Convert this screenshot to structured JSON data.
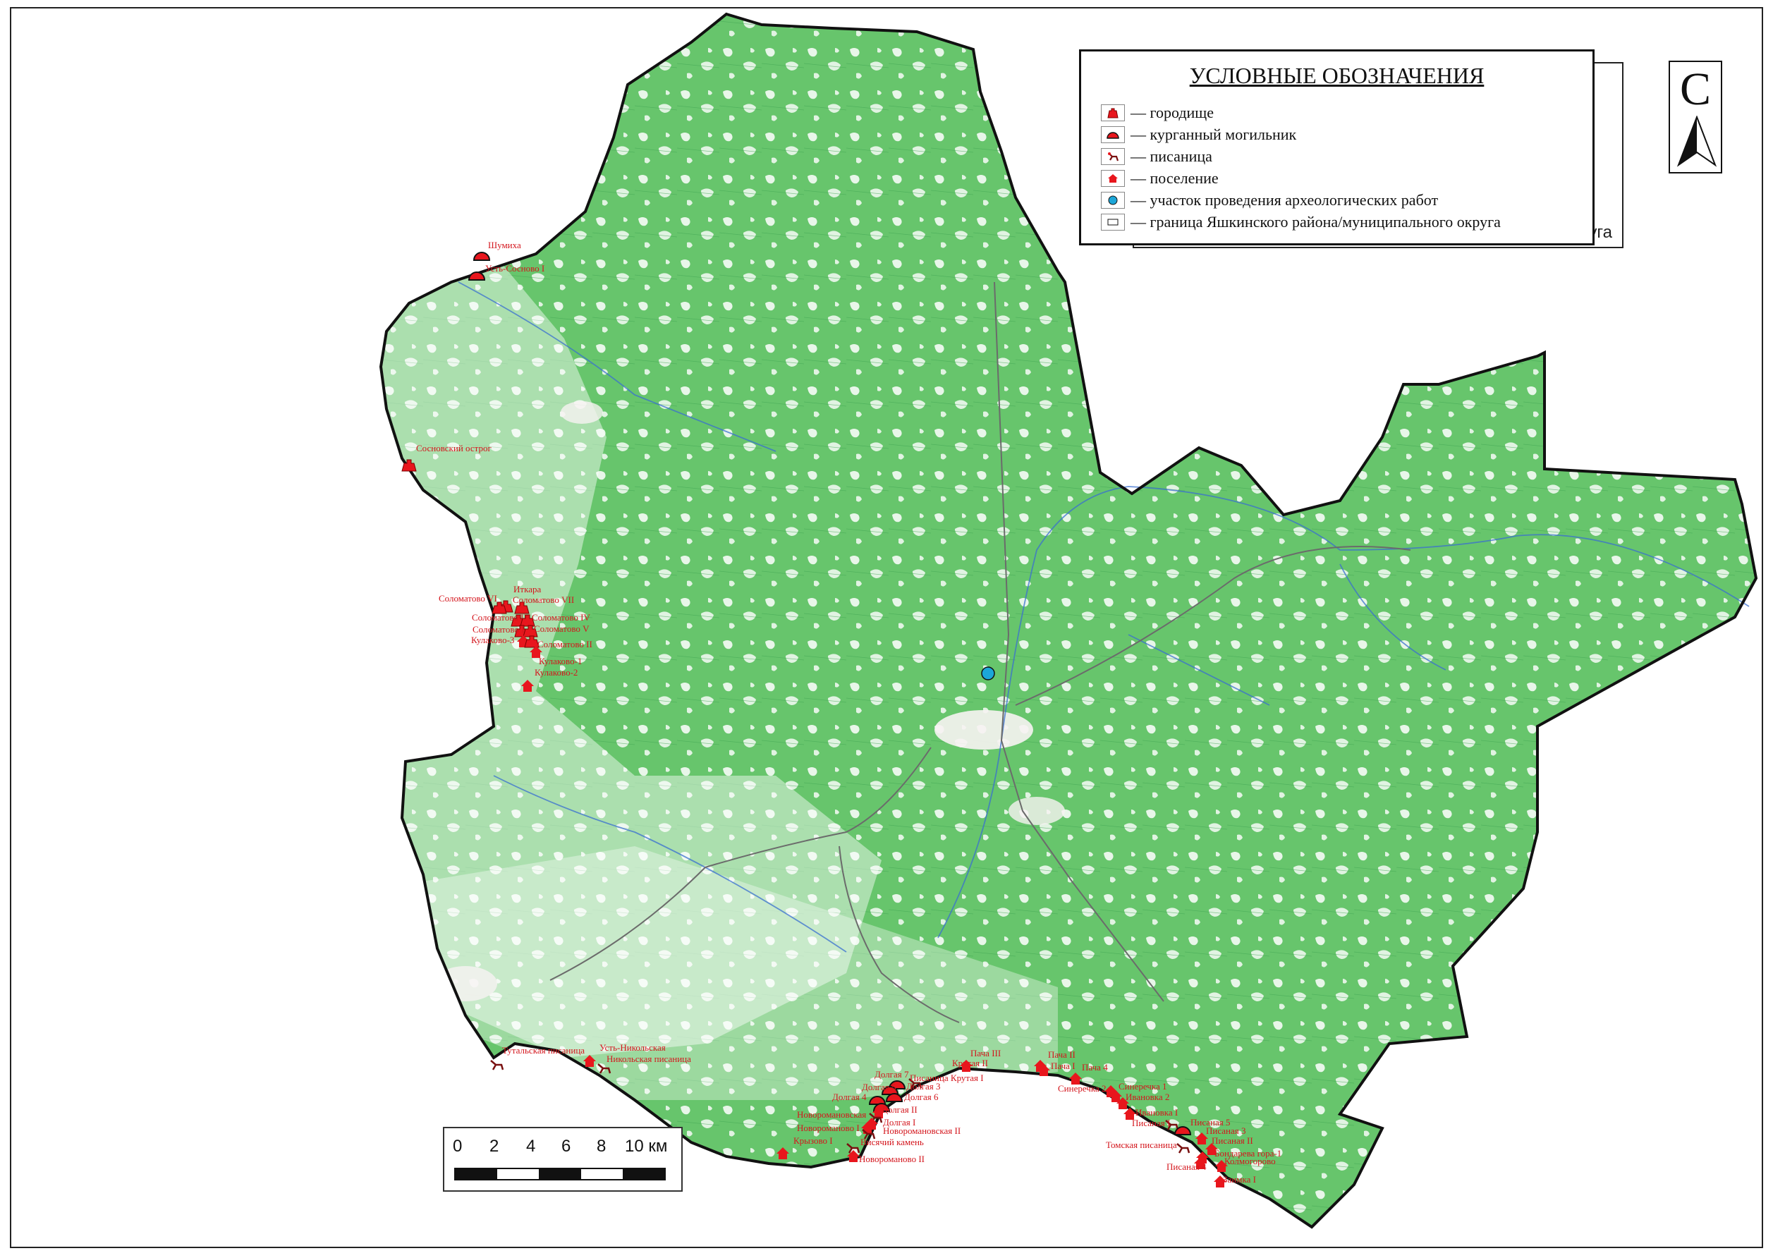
{
  "legend": {
    "title": "УСЛОВНЫЕ ОБОЗНАЧЕНИЯ",
    "items": [
      {
        "icon": "fortress-icon",
        "label": "— городище"
      },
      {
        "icon": "kurgan-icon",
        "label": "— курганный могильник"
      },
      {
        "icon": "petroglyph-icon",
        "label": "— писаница"
      },
      {
        "icon": "settlement-icon",
        "label": "— поселение"
      },
      {
        "icon": "survey-site-icon",
        "label": "— участок проведения археологических работ"
      },
      {
        "icon": "boundary-icon",
        "label": "— граница Яшкинского района/муниципального округа"
      }
    ],
    "underlying_stub": "уга"
  },
  "north_arrow": {
    "letter": "С"
  },
  "scale_bar": {
    "ticks": [
      "0",
      "2",
      "4",
      "6",
      "8",
      "10 км"
    ]
  },
  "colors": {
    "forest": "#67c56c",
    "field": "#ffffff",
    "boundary": "#111111",
    "site_marker": "#e8161d",
    "survey_point": "#1ca6d8",
    "river": "#3a6fd0"
  },
  "sites": [
    {
      "name": "Шумиха",
      "type": "kurgan"
    },
    {
      "name": "Усть-Сосново I",
      "type": "kurgan"
    },
    {
      "name": "Сосновский острог",
      "type": "fortress"
    },
    {
      "name": "Иткара",
      "type": "fortress"
    },
    {
      "name": "Соломатово VI",
      "type": "fortress"
    },
    {
      "name": "Соломатово VII",
      "type": "fortress"
    },
    {
      "name": "Соломатово III",
      "type": "fortress"
    },
    {
      "name": "Соломатово IV",
      "type": "fortress"
    },
    {
      "name": "Соломатово I",
      "type": "fortress"
    },
    {
      "name": "Соломатово V",
      "type": "fortress"
    },
    {
      "name": "Кулаково-3",
      "type": "settlement"
    },
    {
      "name": "Соломатово II",
      "type": "fortress"
    },
    {
      "name": "Кулаково-1",
      "type": "settlement"
    },
    {
      "name": "Кулаково-2",
      "type": "settlement"
    },
    {
      "name": "Тутальская писаница",
      "type": "petroglyph"
    },
    {
      "name": "Усть-Никольская",
      "type": "settlement"
    },
    {
      "name": "Никольская писаница",
      "type": "petroglyph"
    },
    {
      "name": "Долгая 7",
      "type": "kurgan"
    },
    {
      "name": "Крутая II",
      "type": "settlement"
    },
    {
      "name": "Писаница Крутая I",
      "type": "petroglyph"
    },
    {
      "name": "Долгая 5",
      "type": "kurgan"
    },
    {
      "name": "Долгая 3",
      "type": "kurgan"
    },
    {
      "name": "Долгая 4",
      "type": "kurgan"
    },
    {
      "name": "Долгая 6",
      "type": "kurgan"
    },
    {
      "name": "Долгая II",
      "type": "settlement"
    },
    {
      "name": "Новоромановская",
      "type": "petroglyph"
    },
    {
      "name": "Долгая I",
      "type": "settlement"
    },
    {
      "name": "Новороманово I",
      "type": "settlement"
    },
    {
      "name": "Новоромановская II",
      "type": "petroglyph"
    },
    {
      "name": "Крызово I",
      "type": "settlement"
    },
    {
      "name": "Висячий камень",
      "type": "petroglyph"
    },
    {
      "name": "Новороманово II",
      "type": "settlement"
    },
    {
      "name": "Пача III",
      "type": "settlement"
    },
    {
      "name": "Пача II",
      "type": "settlement"
    },
    {
      "name": "Пача I",
      "type": "settlement"
    },
    {
      "name": "Пача 4",
      "type": "settlement"
    },
    {
      "name": "Синеречка 2",
      "type": "settlement"
    },
    {
      "name": "Синеречка 1",
      "type": "settlement"
    },
    {
      "name": "Ивановка 2",
      "type": "settlement"
    },
    {
      "name": "Ивановка I",
      "type": "settlement"
    },
    {
      "name": "Писаная I",
      "type": "petroglyph"
    },
    {
      "name": "Писаная 5",
      "type": "kurgan"
    },
    {
      "name": "Писаная 3",
      "type": "settlement"
    },
    {
      "name": "Томская писаница",
      "type": "petroglyph"
    },
    {
      "name": "Писаная II",
      "type": "settlement"
    },
    {
      "name": "Бондарева гора-1",
      "type": "settlement"
    },
    {
      "name": "Писаная 4",
      "type": "settlement"
    },
    {
      "name": "Колмогорово",
      "type": "settlement"
    },
    {
      "name": "Заимка I",
      "type": "settlement"
    }
  ]
}
